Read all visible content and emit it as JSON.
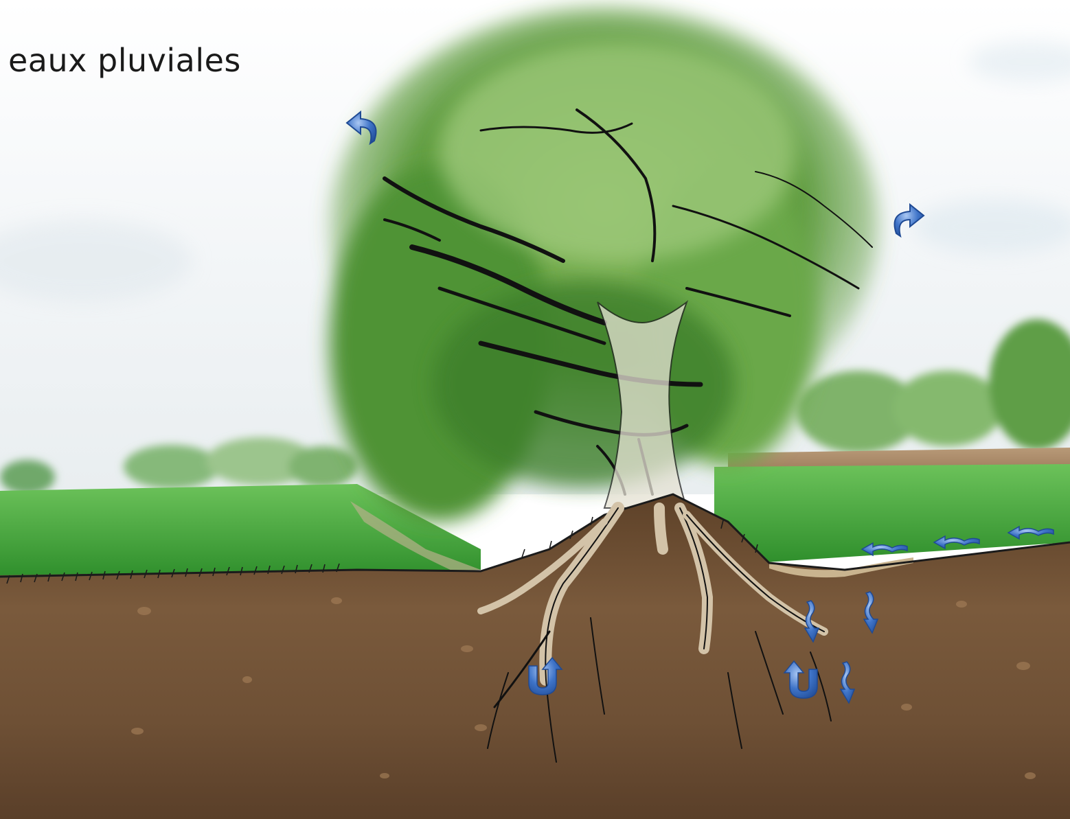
{
  "header": {
    "title": "eaux pluviales"
  },
  "colors": {
    "arrow_blue": "#2f63b8",
    "arrow_light": "#8fb3ea",
    "soil": "#6b4c33",
    "meadow": "#4fae3d",
    "foliage": "#5d9c3f",
    "root": "#d3c3a8",
    "puddle": "#c9b48f"
  },
  "scene": {
    "regions": [
      "sky",
      "distant-trees",
      "meadow-left",
      "meadow-right",
      "ploughed-field",
      "tree-canopy",
      "trunk",
      "soil-profile",
      "roots",
      "puddle"
    ],
    "arrows": [
      {
        "icon": "evaporation-arrow-icon",
        "direction": "up-left"
      },
      {
        "icon": "evaporation-arrow-icon",
        "direction": "up-right"
      },
      {
        "icon": "runoff-arrow-icon",
        "direction": "left"
      },
      {
        "icon": "runoff-arrow-icon",
        "direction": "left"
      },
      {
        "icon": "runoff-arrow-icon",
        "direction": "left"
      },
      {
        "icon": "runoff-arrow-icon",
        "direction": "left"
      },
      {
        "icon": "infiltration-arrow-icon",
        "direction": "down"
      },
      {
        "icon": "infiltration-arrow-icon",
        "direction": "down"
      },
      {
        "icon": "infiltration-arrow-icon",
        "direction": "down"
      },
      {
        "icon": "root-uptake-arrow-icon",
        "direction": "u-turn-up"
      },
      {
        "icon": "root-uptake-arrow-icon",
        "direction": "u-turn-up"
      }
    ]
  }
}
